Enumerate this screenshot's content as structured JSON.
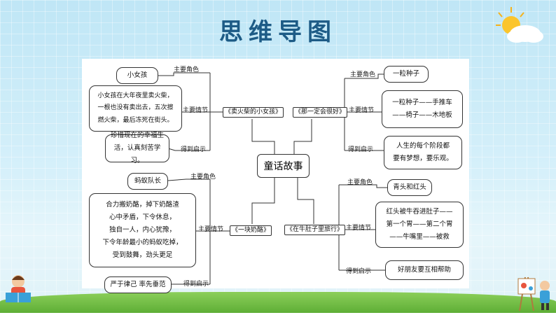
{
  "title": "思维导图",
  "center": "童话故事",
  "labels": {
    "role": "主要角色",
    "plot": "主要情节",
    "insight": "得到启示"
  },
  "branches": [
    {
      "name": "《卖火柴的小女孩》",
      "role": "小女孩",
      "plot": "小女孩在大年夜里卖火柴，\n一根也没有卖出去，五次擦\n燃火柴，最后冻死在街头。",
      "insight": "珍惜现在的幸福生\n活，认真刻苦学习。"
    },
    {
      "name": "《那一定会很好》",
      "role": "一粒种子",
      "plot": "一粒种子——手推车\n——椅子——木地板",
      "insight": "人生的每个阶段都\n要有梦想，要乐观。"
    },
    {
      "name": "《一块奶酪》",
      "role": "蚂蚁队长",
      "plot": "合力搬奶酪，掉下奶酪渣\n心中矛盾，下令休息，\n独自一人，内心犹豫，\n下令年龄最小的蚂蚁吃掉，\n受到鼓舞，劲头更足",
      "insight": "严于律己  率先垂范"
    },
    {
      "name": "《在牛肚子里旅行》",
      "role": "青头和红头",
      "plot": "红头被牛吞进肚子——\n第一个胃——第二个胃\n——牛嘴里——被救",
      "insight": "好朋友要互相帮助"
    }
  ]
}
